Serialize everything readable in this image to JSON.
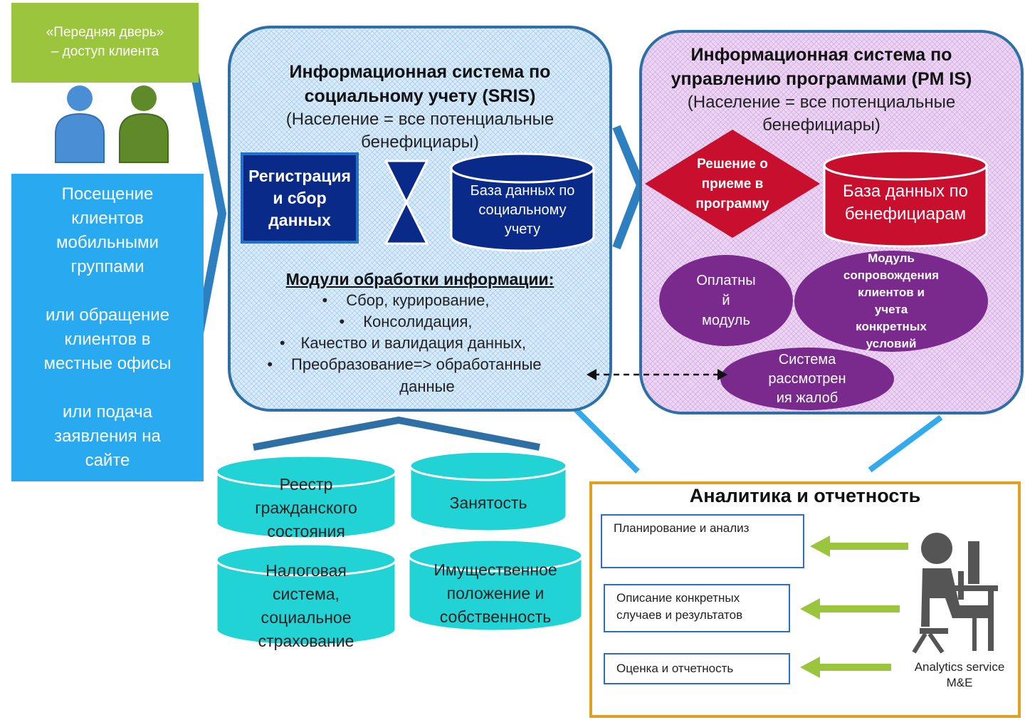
{
  "front_door": {
    "line1": "«Передняя дверь»",
    "line2": "– доступ клиента"
  },
  "access_channels": {
    "line1": "Посещение",
    "line2": "клиентов",
    "line3": "мобильными",
    "line4": "группами",
    "line5": "или обращение",
    "line6": "клиентов в",
    "line7": "местные офисы",
    "line8": "или подача",
    "line9": "заявления на",
    "line10": "сайте"
  },
  "sris": {
    "title1": "Информационная система по",
    "title2": "социальному учету (SRIS)",
    "sub1": "(Население = все потенциальные",
    "sub2": "бенефициары)",
    "registration1": "Регистрация",
    "registration2": "и сбор",
    "registration3": "данных",
    "db1": "База данных по",
    "db2": "социальному",
    "db3": "учету",
    "modules_heading": "Модули обработки информации:",
    "module1": "Сбор, курирование,",
    "module2": "Консолидация,",
    "module3": "Качество и валидация данных,",
    "module4": "Преобразование=> обработанные",
    "module4b": "данные"
  },
  "pmis": {
    "title1": "Информационная система по",
    "title2": "управлению программами (PM IS)",
    "sub1": "(Население = все потенциальные",
    "sub2": "бенефициары)",
    "decision1": "Решение о",
    "decision2": "приеме в",
    "decision3": "программу",
    "db1": "База данных по",
    "db2": "бенефициарам",
    "payment1": "Оплатны",
    "payment2": "й",
    "payment3": "модуль",
    "case1": "Модуль",
    "case2": "сопровождения",
    "case3": "клиентов и",
    "case4": "учета",
    "case5": "конкретных",
    "case6": "условий",
    "grievance1": "Система",
    "grievance2": "рассмотрен",
    "grievance3": "ия жалоб"
  },
  "registries": {
    "civil1": "Реестр",
    "civil2": "гражданского",
    "civil3": "состояния",
    "employment": "Занятость",
    "tax1": "Налоговая",
    "tax2": "система,",
    "tax3": "социальное",
    "tax4": "страхование",
    "property1": "Имущественное",
    "property2": "положение и",
    "property3": "собственность"
  },
  "analytics": {
    "title": "Аналитика и отчетность",
    "planning": "Планирование и анализ",
    "cases1": "Описание конкретных",
    "cases2": "случаев и результатов",
    "evaluation": "Оценка и отчетность",
    "service1": "Analytics service",
    "service2": "M&E"
  },
  "colors": {
    "lime": "#9bc53d",
    "sky": "#29aaf0",
    "navy": "#0a2a8a",
    "red": "#c8102e",
    "purple": "#7a2a8c",
    "cyan": "#22d3d6",
    "gold": "#e0a020"
  },
  "icons": [
    "person-blue-icon",
    "person-green-icon",
    "analyst-at-desk-icon",
    "arrow-left-icon",
    "hourglass-icon"
  ]
}
